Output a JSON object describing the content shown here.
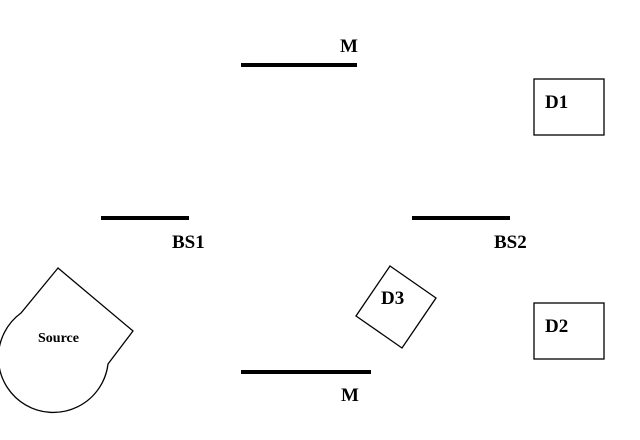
{
  "labels": {
    "mirror_top": "M",
    "mirror_bottom": "M",
    "beam_splitter_1": "BS1",
    "beam_splitter_2": "BS2",
    "detector_1": "D1",
    "detector_2": "D2",
    "detector_3": "D3",
    "source": "Source"
  },
  "colors": {
    "ink": "#000000",
    "background": "#ffffff"
  }
}
